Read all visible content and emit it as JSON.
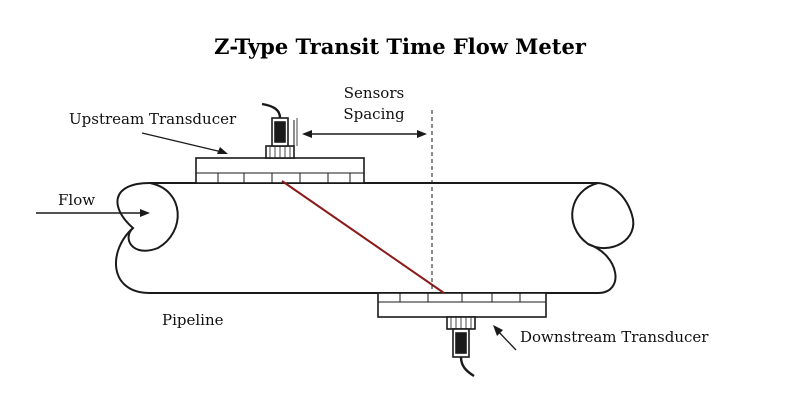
{
  "title": "Z-Type Transit Time Flow Meter",
  "labels": {
    "upstream": "Upstream Transducer",
    "sensors_line1": "Sensors",
    "sensors_line2": "Spacing",
    "flow": "Flow",
    "pipeline": "Pipeline",
    "downstream": "Downstream Transducer"
  },
  "colors": {
    "ink": "#1a1a1a",
    "signal_path": "#8b1a1a",
    "background": "#ffffff"
  }
}
